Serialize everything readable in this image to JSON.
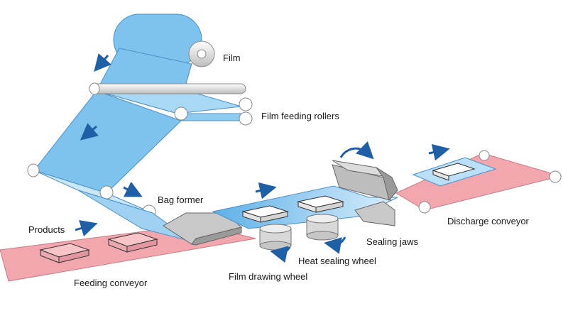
{
  "labels": {
    "film": "Film",
    "film_feeding_rollers": "Film feeding rollers",
    "bag_former": "Bag former",
    "products": "Products",
    "sealing_jaws": "Sealing jaws",
    "discharge_conveyor": "Discharge conveyor",
    "heat_sealing_wheel": "Heat sealing wheel",
    "film_drawing_wheel": "Film drawing wheel",
    "feeding_conveyor": "Feeding conveyor"
  },
  "colors": {
    "film": "#7ec3ee",
    "film_edge": "#4a90c8",
    "conveyor": "#f2a6ad",
    "conveyor_edge": "#c77b82",
    "metal": "#c8c8c8",
    "metal_dark": "#8c8c8c",
    "arrow": "#1f5fa5"
  }
}
